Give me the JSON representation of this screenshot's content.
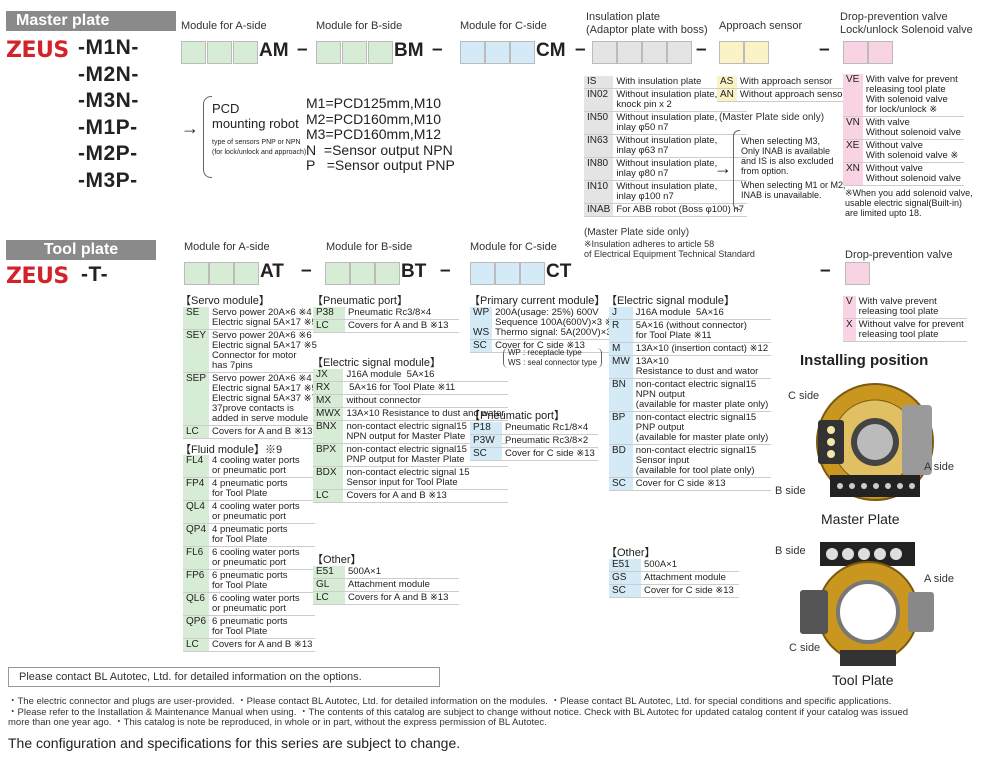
{
  "master": {
    "header": "Master plate",
    "brand": "ZEUS",
    "models": [
      "-M1N-",
      "-M2N-",
      "-M3N-",
      "-M1P-",
      "-M2P-",
      "-M3P-"
    ],
    "col_a": "Module for A-side",
    "col_b": "Module for B-side",
    "col_c": "Module for C-side",
    "col_ins": "Insulation plate\n(Adaptor plate with boss)",
    "col_app": "Approach sensor",
    "col_drop": "Drop-prevention valve\nLock/unlock Solenoid valve",
    "suf_a": "AM",
    "suf_b": "BM",
    "suf_c": "CM",
    "arrow": "→",
    "pcd_title": "PCD\nmounting robot",
    "pcd_note": "type of sensors PNP or NPN\n(for lock/unlock and approach)",
    "pcd_lines": [
      "M1=PCD125mm,M10",
      "M2=PCD160mm,M10",
      "M3=PCD160mm,M12",
      "N  =Sensor output NPN",
      "P   =Sensor output PNP"
    ]
  },
  "insulation": [
    {
      "code": "IS",
      "desc": "With insulation plate"
    },
    {
      "code": "IN02",
      "desc": "Without insulation plate,\nknock pin x 2"
    },
    {
      "code": "IN50",
      "desc": "Without insulation plate,\ninlay φ50 n7"
    },
    {
      "code": "IN63",
      "desc": "Without insulation plate,\ninlay φ63 n7"
    },
    {
      "code": "IN80",
      "desc": "Without insulation plate,\ninlay φ80 n7"
    },
    {
      "code": "IN10",
      "desc": "Without insulation plate,\ninlay φ100 n7"
    },
    {
      "code": "INAB",
      "desc": "For ABB robot (Boss φ100) n7"
    }
  ],
  "insulation_note1": "(Master Plate side only)",
  "insulation_note2": "※Insulation adheres to article 58\nof Electrical Equipment Technical Standard",
  "approach": [
    {
      "code": "AS",
      "desc": "With approach sensor"
    },
    {
      "code": "AN",
      "desc": "Without approach sensor"
    }
  ],
  "approach_note": "(Master Plate side only)",
  "approach_bullets": [
    "When selecting M3,\nOnly INAB is available\nand IS is also excluded\nfrom option.",
    "When selecting M1 or M2,\nINAB is unavailable."
  ],
  "drop_master": [
    {
      "code": "VE",
      "desc": "With valve for prevent\nreleasing tool plate\nWith solenoid valve\nfor lock/unlock ※"
    },
    {
      "code": "VN",
      "desc": "With valve\nWithout solenoid valve"
    },
    {
      "code": "XE",
      "desc": "Without valve\nWith solenoid valve ※"
    },
    {
      "code": "XN",
      "desc": "Without valve\nWithout solenoid valve"
    }
  ],
  "drop_master_note": "※When you add solenoid valve,\nusable electric signal(Built-in)\nare limited upto 18.",
  "tool": {
    "header": "Tool plate",
    "brand": "ZEUS",
    "model": "-T-",
    "col_a": "Module for A-side",
    "col_b": "Module for B-side",
    "col_c": "Module for C-side",
    "col_drop": "Drop-prevention valve",
    "suf_a": "AT",
    "suf_b": "BT",
    "suf_c": "CT"
  },
  "drop_tool": [
    {
      "code": "V",
      "desc": "With valve prevent\nreleasing tool plate"
    },
    {
      "code": "X",
      "desc": "Without valve for prevent\nreleasing tool plate"
    }
  ],
  "servo_title": "【Servo module】",
  "servo": [
    {
      "code": "SE",
      "desc": "Servo power 20A×6 ※4\nElectric signal 5A×17 ※5"
    },
    {
      "code": "SEY",
      "desc": "Servo power 20A×6 ※6\nElectric signal 5A×17 ※5\nConnector for motor\nhas 7pins"
    },
    {
      "code": "SEP",
      "desc": "Servo power 20A×6 ※4\nElectric signal 5A×17 ※5\nElectric signal 5A×37 ※7\n37prove contacts is\nadded in serve module"
    },
    {
      "code": "LC",
      "desc": "Covers for A and B ※13"
    }
  ],
  "fluid_title": "【Fluid module】※9",
  "fluid": [
    {
      "code": "FL4",
      "desc": "4 cooling water ports\nor pneumatic port"
    },
    {
      "code": "FP4",
      "desc": "4 pneumatic ports\nfor Tool Plate"
    },
    {
      "code": "QL4",
      "desc": "4 cooling water ports\nor pneumatic port"
    },
    {
      "code": "QP4",
      "desc": "4 pneumatic ports\nfor Tool Plate"
    },
    {
      "code": "FL6",
      "desc": "6 cooling water ports\nor pneumatic port"
    },
    {
      "code": "FP6",
      "desc": "6 pneumatic ports\nfor Tool Plate"
    },
    {
      "code": "QL6",
      "desc": "6 cooling water ports\nor pneumatic port"
    },
    {
      "code": "QP6",
      "desc": "6 pneumatic ports\nfor Tool Plate"
    },
    {
      "code": "LC",
      "desc": "Covers for A and B ※13"
    }
  ],
  "pneu_b_title": "【Pneumatic port】",
  "pneu_b": [
    {
      "code": "P38",
      "desc": "Pneumatic Rc3/8×4"
    },
    {
      "code": "LC",
      "desc": "Covers for A and B ※13"
    }
  ],
  "elec_b_title": "【Electric signal module】",
  "elec_b": [
    {
      "code": "JX",
      "desc": "J16A module  5A×16"
    },
    {
      "code": "RX",
      "desc": " 5A×16 for Tool Plate ※11"
    },
    {
      "code": "MX",
      "desc": "without connector"
    },
    {
      "code": "MWX",
      "desc": "13A×10 Resistance to dust and water"
    },
    {
      "code": "BNX",
      "desc": "non-contact electric signal15\nNPN output for Master Plate"
    },
    {
      "code": "BPX",
      "desc": "non-contact electric signal15\nPNP output for Master Plate"
    },
    {
      "code": "BDX",
      "desc": "non-contact electric signal 15\nSensor input for Tool Plate"
    },
    {
      "code": "LC",
      "desc": "Covers for A and B ※13"
    }
  ],
  "other_b_title": "【Other】",
  "other_b": [
    {
      "code": "E51",
      "desc": "500A×1"
    },
    {
      "code": "GL",
      "desc": "Attachment module"
    },
    {
      "code": "LC",
      "desc": "Covers for A and B ※13"
    }
  ],
  "primary_title": "【Primary current module】",
  "primary": [
    {
      "code": "WP\n\nWS",
      "desc": "200A(usage: 25%) 600V\nSequence 100A(600V)×3 ※8\nThermo signal: 5A(200V)×3"
    },
    {
      "code": "SC",
      "desc": "Cover for C side ※13"
    }
  ],
  "primary_paren": "WP : receptacle type\nWS : seal connector type",
  "pneu_c_title": "【Pneumatic port】",
  "pneu_c": [
    {
      "code": "P18",
      "desc": "Pneumatic Rc1/8×4"
    },
    {
      "code": "P3W",
      "desc": "Pneumatic Rc3/8×2"
    },
    {
      "code": "SC",
      "desc": "Cover for C side ※13"
    }
  ],
  "elec_c_title": "【Electric signal module】",
  "elec_c": [
    {
      "code": "J",
      "desc": "J16A module  5A×16"
    },
    {
      "code": "R",
      "desc": "5A×16 (without connector)\nfor Tool Plate ※11"
    },
    {
      "code": "M",
      "desc": "13A×10 (insertion contact) ※12"
    },
    {
      "code": "MW",
      "desc": "13A×10\nResistance to dust and wator"
    },
    {
      "code": "BN",
      "desc": "non-contact electric signal15\nNPN output\n(available for master plate only)"
    },
    {
      "code": "BP",
      "desc": "non-contact electric signal15\nPNP output\n(available for master plate only)"
    },
    {
      "code": "BD",
      "desc": "non-contact electric signal15\nSensor input\n(available for tool plate only)"
    },
    {
      "code": "SC",
      "desc": "Cover for C side ※13"
    }
  ],
  "other_c_title": "【Other】",
  "other_c": [
    {
      "code": "E51",
      "desc": "500A×1"
    },
    {
      "code": "GS",
      "desc": "Attachment module"
    },
    {
      "code": "SC",
      "desc": "Cover for C side ※13"
    }
  ],
  "installing": {
    "title": "Installing position",
    "master_caption": "Master Plate",
    "tool_caption": "Tool Plate",
    "c_side": "C side",
    "a_side": "A side",
    "b_side": "B side"
  },
  "contact_box": "Please contact BL Autotec, Ltd. for detailed information on the options.",
  "footnotes": [
    "・The electric connector and plugs are user-provided.  ・Please contact BL Autotec, Ltd. for detailed information on the modules.   ・Please contact BL Autotec, Ltd. for special conditions and specific applications.",
    "・Please refer to the Installation & Maintenance Manual when using.   ・The contents of this catalog are subject to change without notice. Check with BL Autotec for updated catalog content if your catalog was issued",
    "more than one year ago.   ・This catalog is note be reproduced, in whole or in part, without the express permission of BL Autotec."
  ],
  "disclaimer": "The configuration and specifications for this  series  are subject to change."
}
